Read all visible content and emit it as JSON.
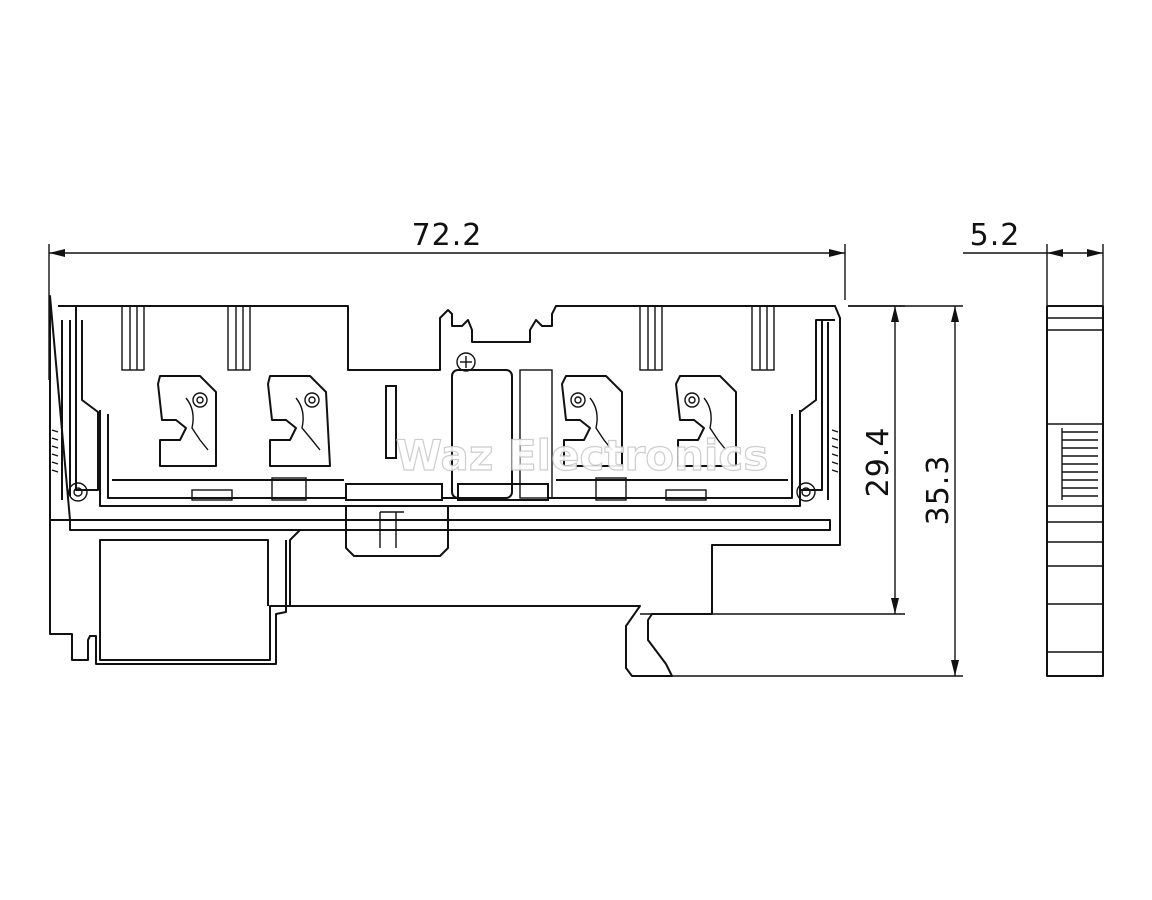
{
  "dimensions": {
    "width": "72.2",
    "thickness": "5.2",
    "height_inner": "29.4",
    "height_total": "35.3"
  },
  "watermark": "Waz Electronics"
}
